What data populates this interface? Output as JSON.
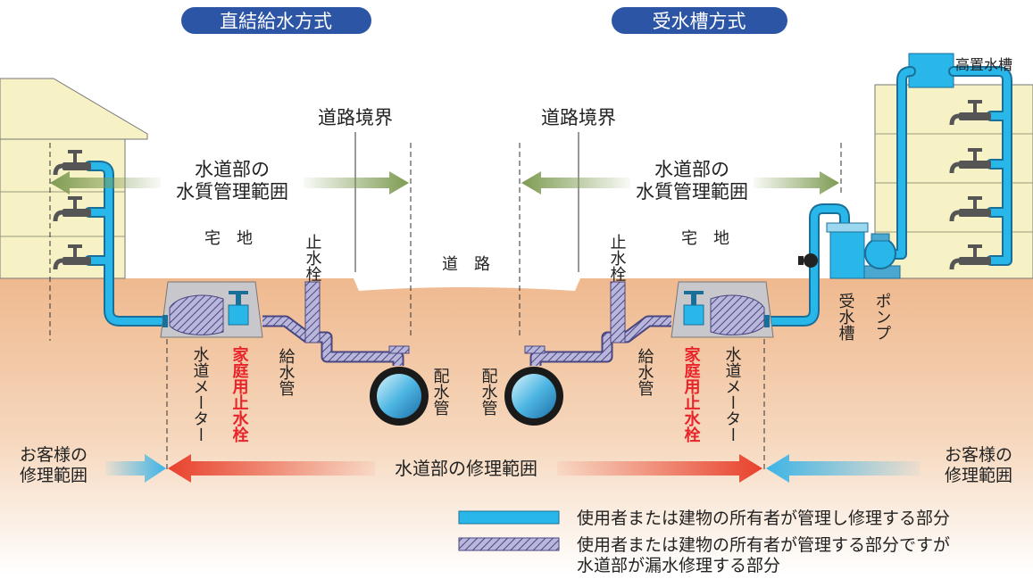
{
  "sections": {
    "left_title": "直結給水方式",
    "right_title": "受水槽方式"
  },
  "labels": {
    "road_boundary": "道路境界",
    "quality_top": "水道部の",
    "quality_bottom": "水質管理範囲",
    "residential": "宅　地",
    "road": "道　路",
    "stop_valve": "止水栓",
    "water_meter": "水道メーター",
    "home_stop_valve": "家庭用止水栓",
    "service_pipe": "給水管",
    "distribution_pipe": "配水管",
    "receiving_tank": "受水槽",
    "pump": "ポンプ",
    "elevated_tank": "高置水槽",
    "customer_repair_top": "お客様の",
    "customer_repair_bottom": "修理範囲",
    "utility_repair": "水道部の修理範囲"
  },
  "legend": {
    "owner_managed": "使用者または建物の所有者が管理し修理する部分",
    "utility_repaired_line1": "使用者または建物の所有者が管理する部分ですが",
    "utility_repaired_line2": "水道部が漏水修理する部分"
  },
  "colors": {
    "title_badge": "#2d55a6",
    "water_pipe": "#29b6e8",
    "hatched_pipe": "#8e8bbf",
    "red_label": "#e8232a",
    "quality_arrow": "#7e9b52",
    "utility_arrow": "#e8412c",
    "customer_arrow": "#3db4e6",
    "building": "#f7f1c6"
  }
}
